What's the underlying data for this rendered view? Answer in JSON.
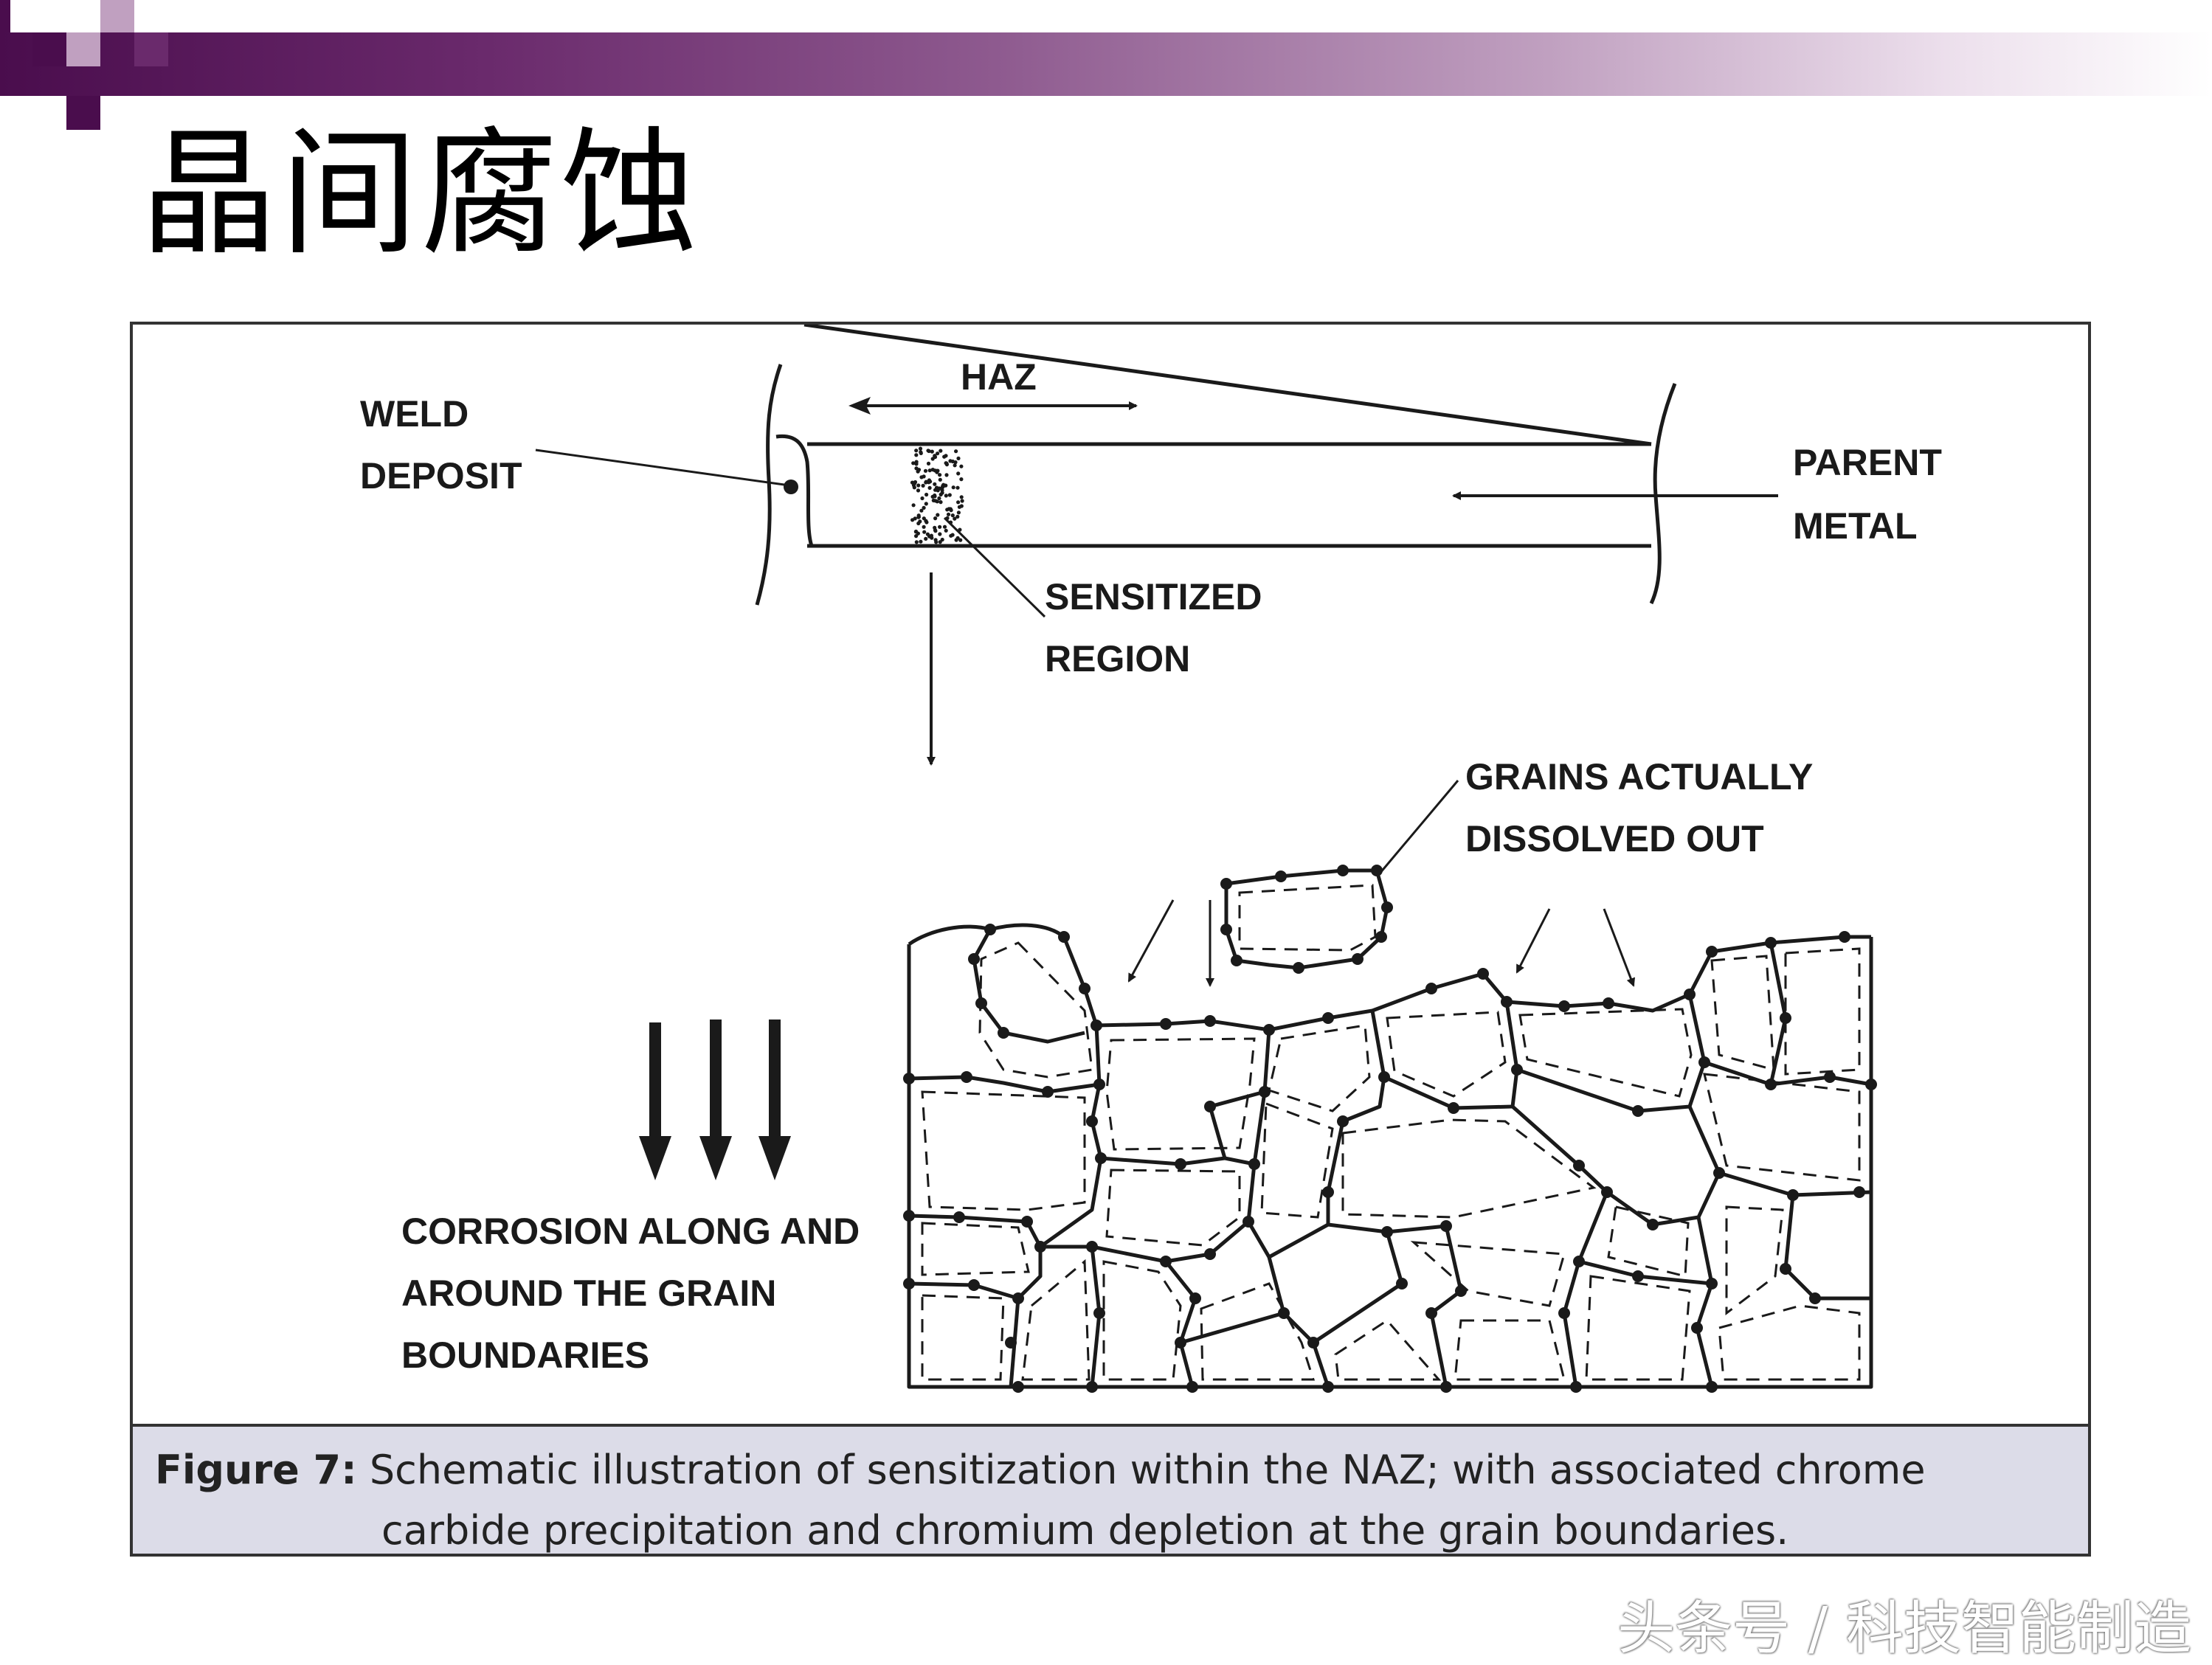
{
  "slide": {
    "title": "晶间腐蚀",
    "colors": {
      "band_dark": "#4a0d4d",
      "band_light": "#ffffff",
      "caption_bg": "#dcdce8"
    }
  },
  "figure": {
    "labels": {
      "haz": "HAZ",
      "weld_1": "WELD",
      "weld_2": "DEPOSIT",
      "parent_1": "PARENT",
      "parent_2": "METAL",
      "sensitized_1": "SENSITIZED",
      "sensitized_2": "REGION",
      "grains_1": "GRAINS ACTUALLY",
      "grains_2": "DISSOLVED OUT",
      "corrosion_1": "CORROSION ALONG AND",
      "corrosion_2": "AROUND THE GRAIN",
      "corrosion_3": "BOUNDARIES"
    },
    "caption": {
      "label": "Figure 7:",
      "line1": "Schematic illustration of sensitization within the NAZ; with associated chrome",
      "line2": "carbide precipitation and chromium depletion at the grain boundaries."
    }
  },
  "watermark": "头条号 / 科技智能制造"
}
